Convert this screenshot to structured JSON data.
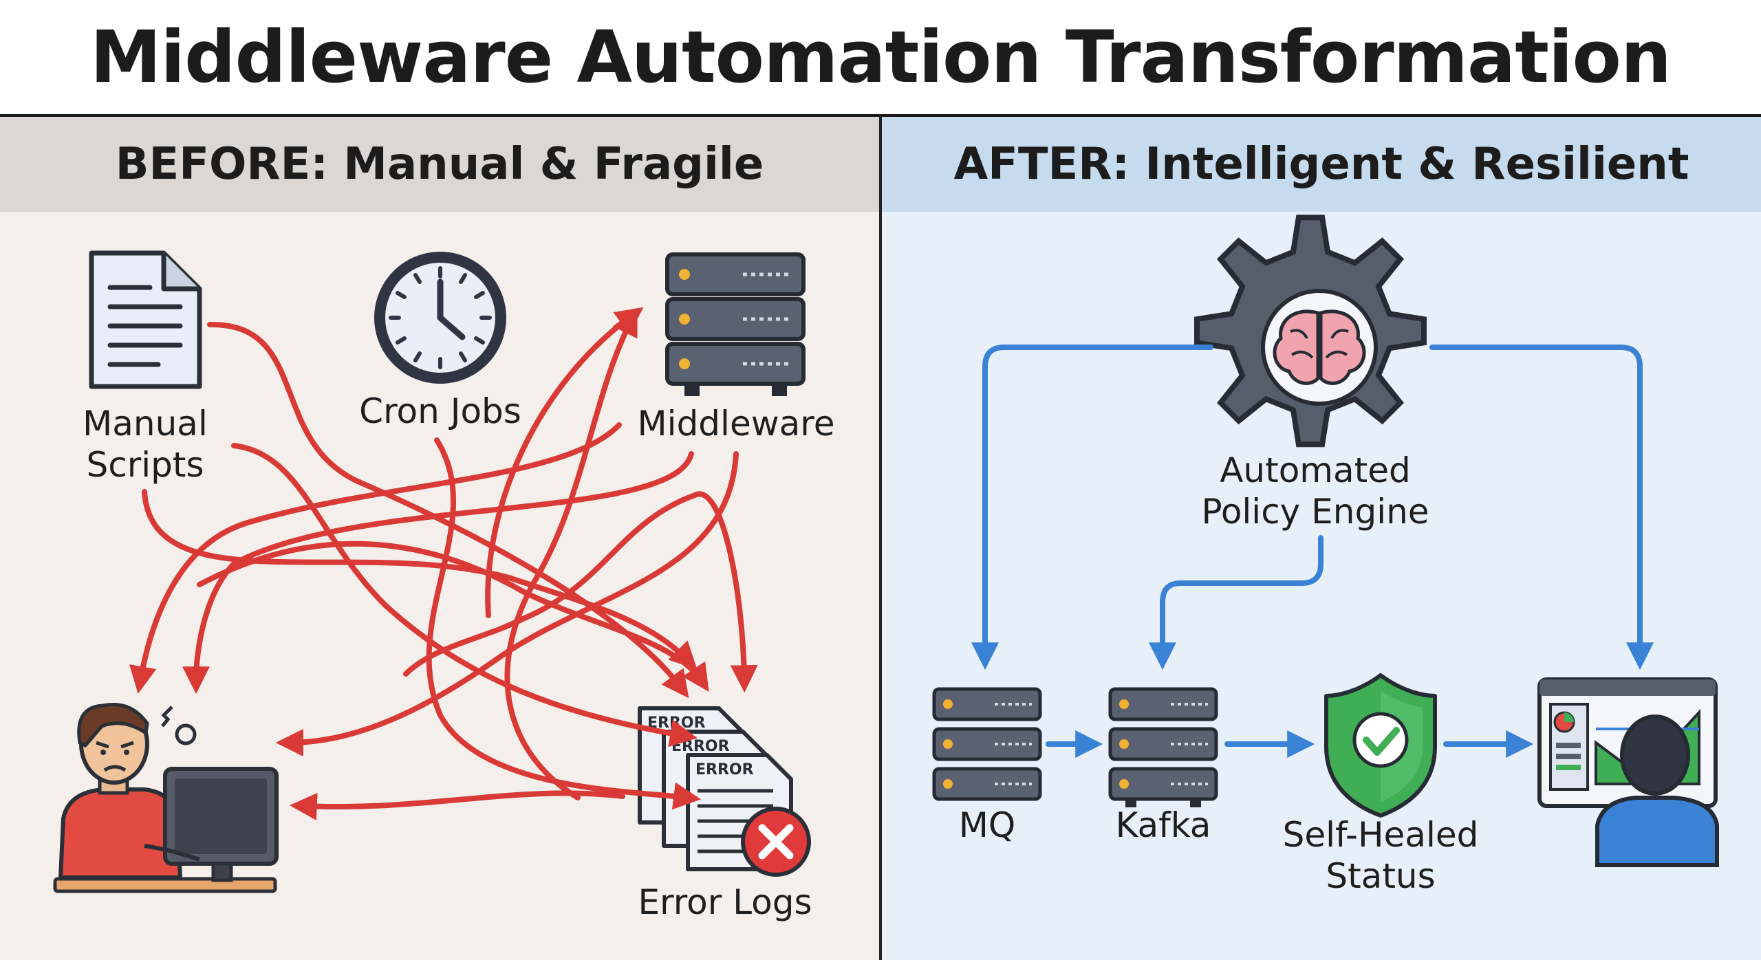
{
  "title": "Middleware Automation Transformation",
  "before": {
    "heading": "BEFORE: Manual & Fragile",
    "nodes": {
      "scripts": [
        "Manual",
        "Scripts"
      ],
      "cron": "Cron Jobs",
      "middleware": "Middleware",
      "error_logs": "Error Logs"
    },
    "log_stamp": "ERROR",
    "arrow_color": "#d93a36"
  },
  "after": {
    "heading": "AFTER: Intelligent & Resilient",
    "engine": [
      "Automated",
      "Policy Engine"
    ],
    "mq": "MQ",
    "kafka": "Kafka",
    "status": [
      "Self-Healed",
      "Status"
    ],
    "arrow_color": "#3a82d6"
  }
}
